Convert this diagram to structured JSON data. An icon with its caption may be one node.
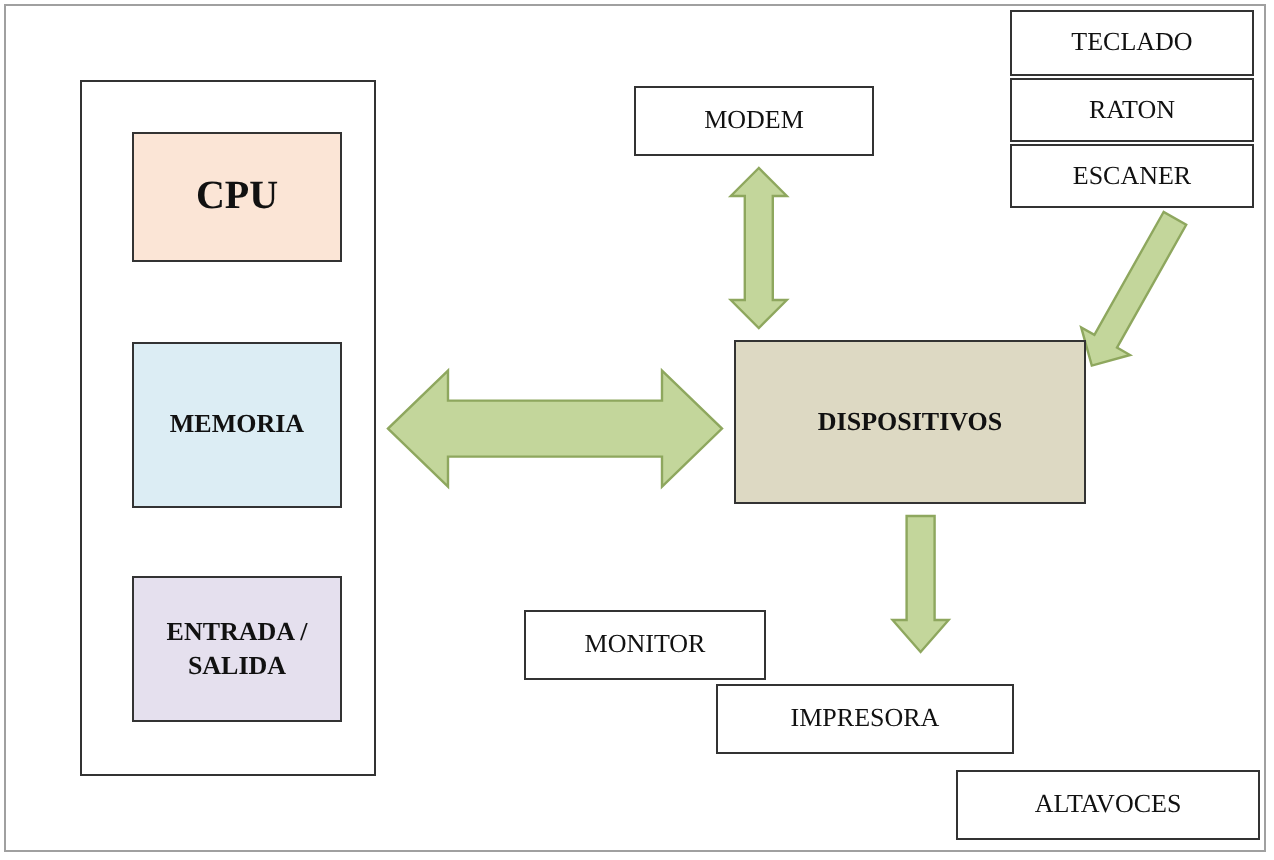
{
  "diagram": {
    "nodes": [
      {
        "text": [],
        "shape": "box"
      },
      {
        "text": [
          "CPU"
        ],
        "in": 0
      },
      {
        "text": [
          "MEMORIA"
        ],
        "in": 0
      },
      {
        "text": [
          "ENTRADA / SALIDA"
        ],
        "in": 0
      },
      {
        "text": [
          "MODEM"
        ]
      },
      {
        "text": [
          "TECLADO"
        ]
      },
      {
        "text": [
          "RATON"
        ]
      },
      {
        "text": [
          "ESCANER"
        ]
      },
      {
        "text": [
          "DISPOSITIVOS"
        ]
      },
      {
        "text": [
          "MONITOR"
        ]
      },
      {
        "text": [
          "IMPRESORA"
        ]
      },
      {
        "text": [
          "ALTAVOCES"
        ]
      }
    ],
    "edges": [
      {
        "from": 0,
        "to": 8,
        "arrow": "both"
      },
      {
        "from": 4,
        "to": 8,
        "arrow": "both"
      },
      {
        "from": 7,
        "to": 8,
        "arrow": "to"
      },
      {
        "from": 8,
        "to": 10,
        "arrow": "to"
      }
    ]
  }
}
